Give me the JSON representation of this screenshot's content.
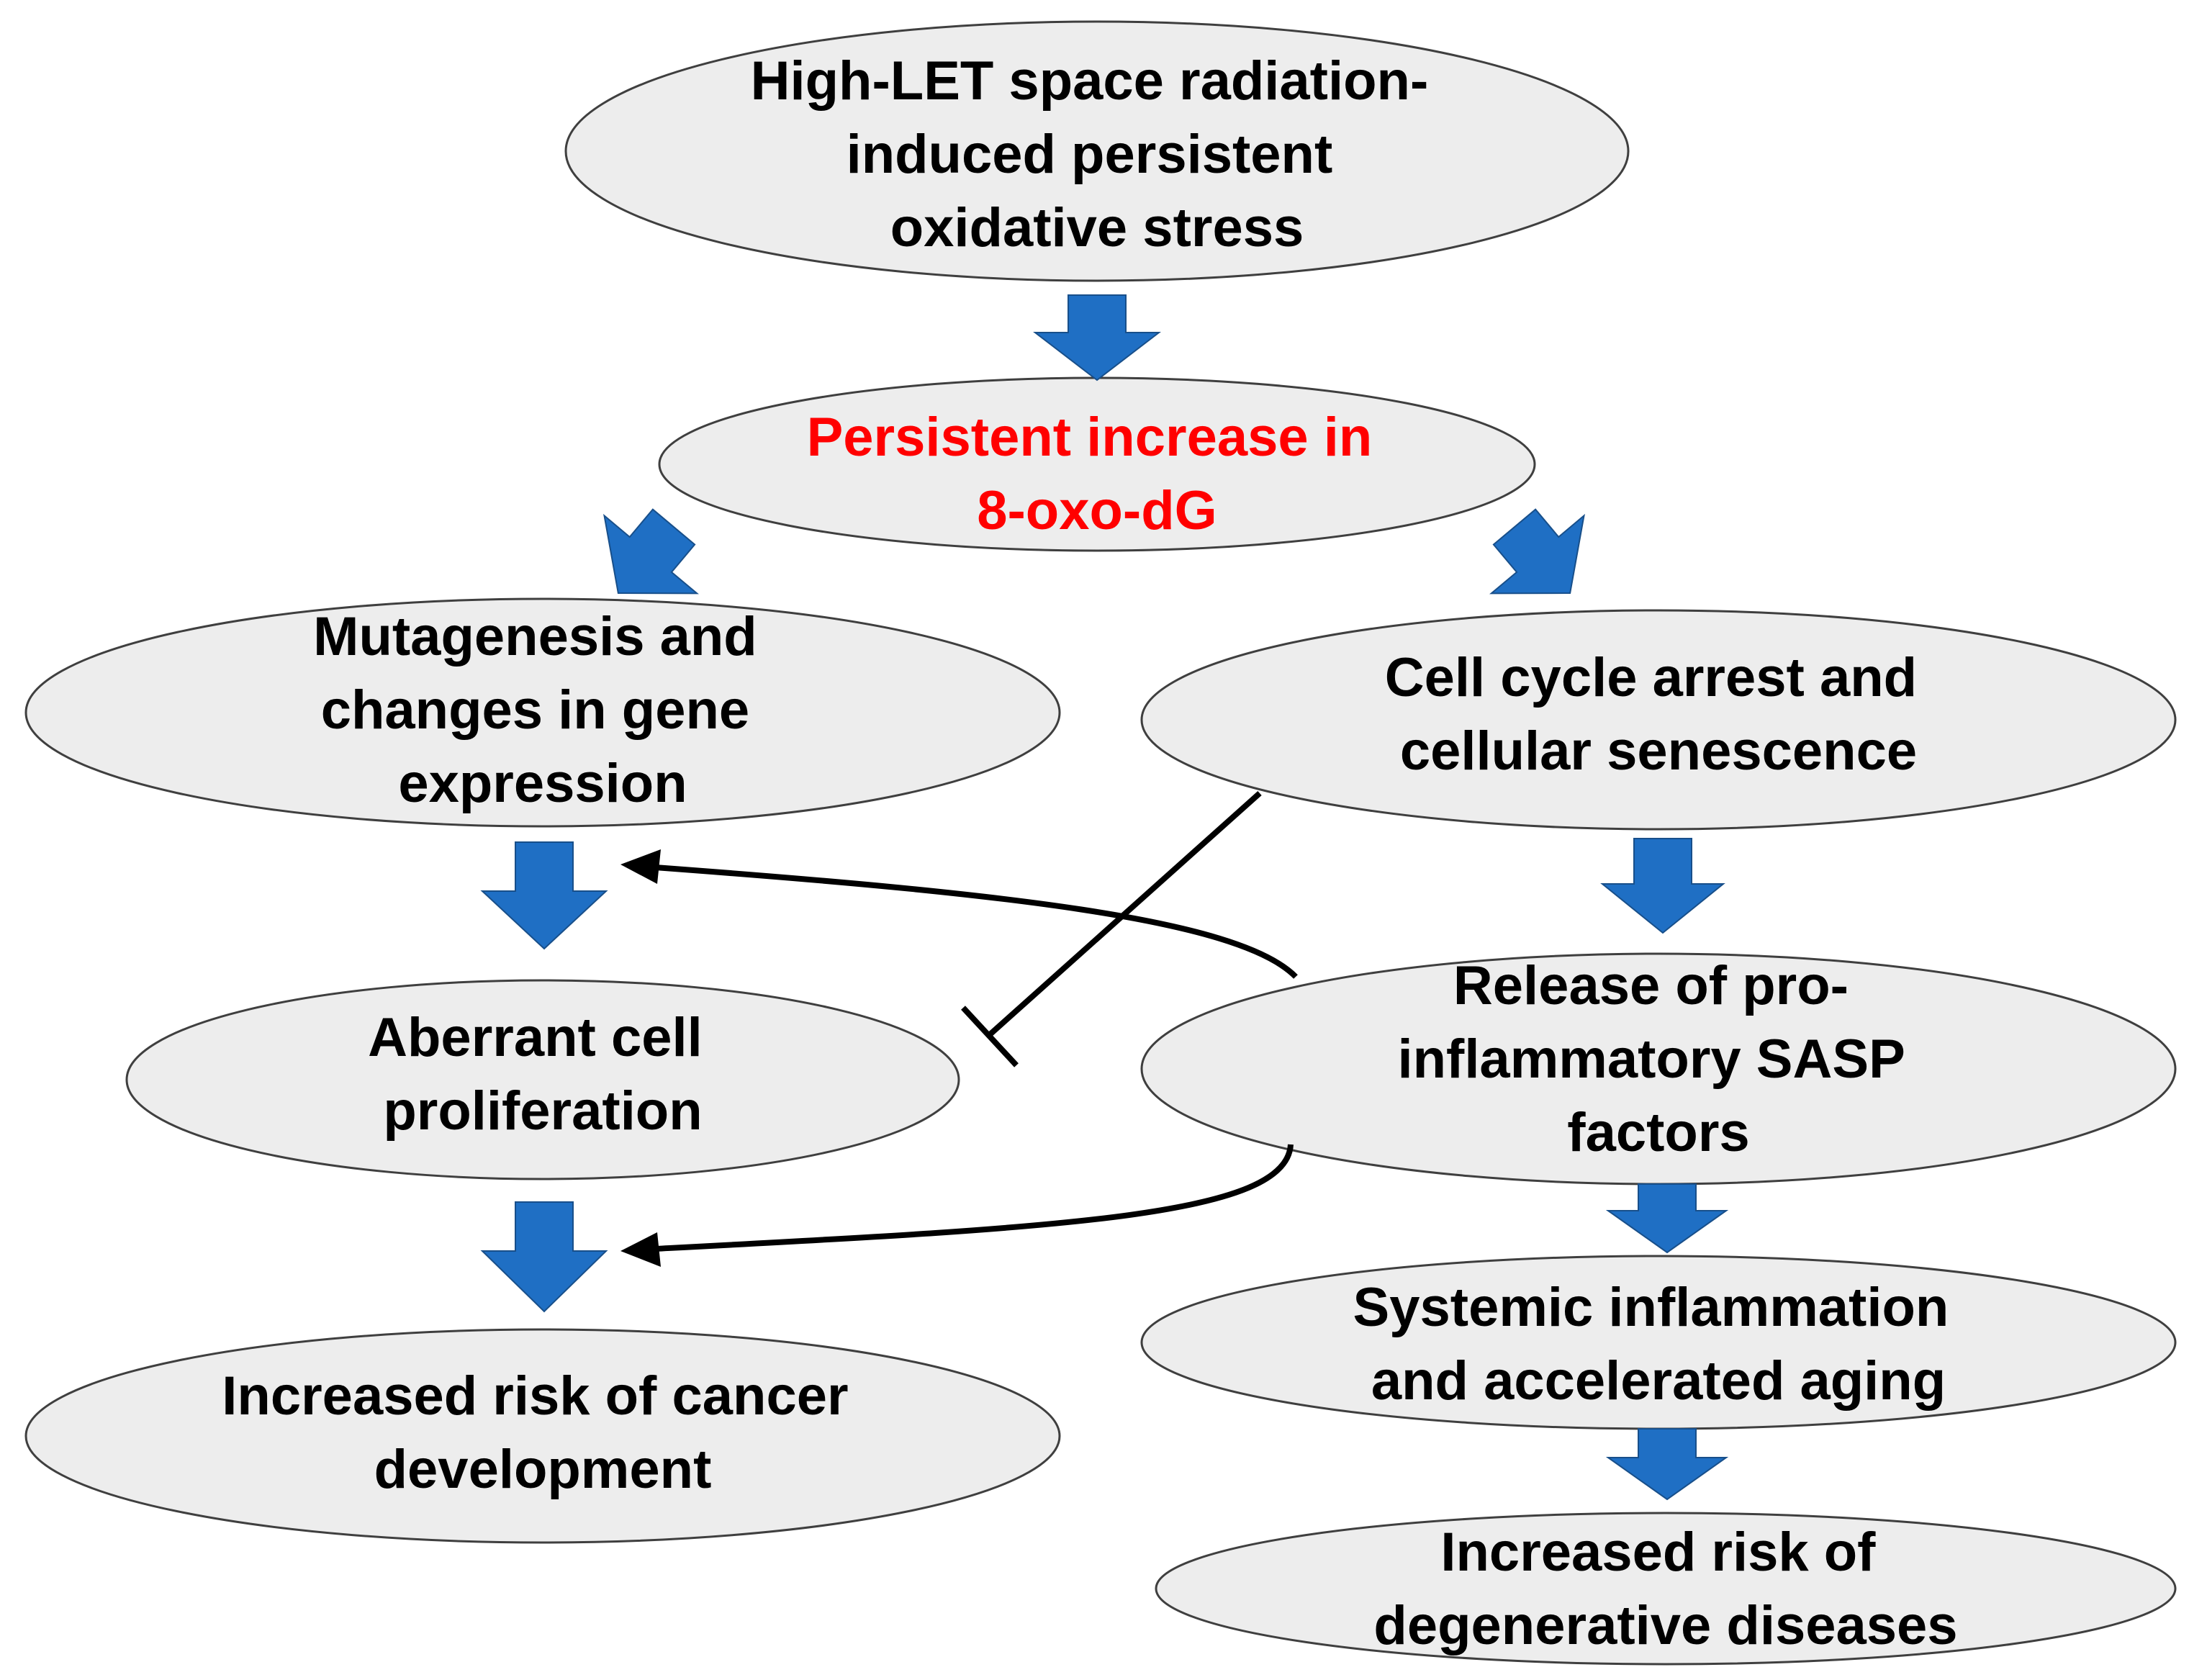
{
  "diagram": {
    "colors": {
      "node_fill": "#ededed",
      "node_stroke": "#3f3f3f",
      "text": "#000000",
      "highlight_text": "#ff0000",
      "flow_arrow": "#1f6fc4",
      "connector": "#000000"
    },
    "nodes": {
      "radiation": {
        "lines": [
          "High-LET space radiation-",
          "induced persistent",
          "oxidative stress"
        ]
      },
      "oxo_dg": {
        "lines": [
          "Persistent increase in",
          "8-oxo-dG"
        ]
      },
      "mutagenesis": {
        "lines": [
          "Mutagenesis and",
          "changes in gene",
          "expression"
        ]
      },
      "cell_cycle": {
        "lines": [
          "Cell cycle arrest and",
          "cellular senescence"
        ]
      },
      "aberrant": {
        "lines": [
          "Aberrant cell",
          "proliferation"
        ]
      },
      "sasp": {
        "lines": [
          "Release of pro-",
          "inflammatory SASP",
          "factors"
        ]
      },
      "cancer": {
        "lines": [
          "Increased risk of cancer",
          "development"
        ]
      },
      "systemic": {
        "lines": [
          "Systemic inflammation",
          "and accelerated aging"
        ]
      },
      "degenerative": {
        "lines": [
          "Increased risk of",
          "degenerative diseases"
        ]
      }
    },
    "edges": [
      {
        "from": "radiation",
        "to": "oxo_dg",
        "kind": "promotes"
      },
      {
        "from": "oxo_dg",
        "to": "mutagenesis",
        "kind": "promotes"
      },
      {
        "from": "oxo_dg",
        "to": "cell_cycle",
        "kind": "promotes"
      },
      {
        "from": "mutagenesis",
        "to": "aberrant",
        "kind": "promotes"
      },
      {
        "from": "aberrant",
        "to": "cancer",
        "kind": "promotes"
      },
      {
        "from": "cell_cycle",
        "to": "sasp",
        "kind": "promotes"
      },
      {
        "from": "sasp",
        "to": "systemic",
        "kind": "promotes"
      },
      {
        "from": "systemic",
        "to": "degenerative",
        "kind": "promotes"
      },
      {
        "from": "cell_cycle",
        "to": "aberrant",
        "kind": "inhibits"
      },
      {
        "from": "sasp",
        "to": "mutagenesis",
        "kind": "promotes"
      },
      {
        "from": "sasp",
        "to": "cancer",
        "kind": "promotes"
      }
    ]
  }
}
